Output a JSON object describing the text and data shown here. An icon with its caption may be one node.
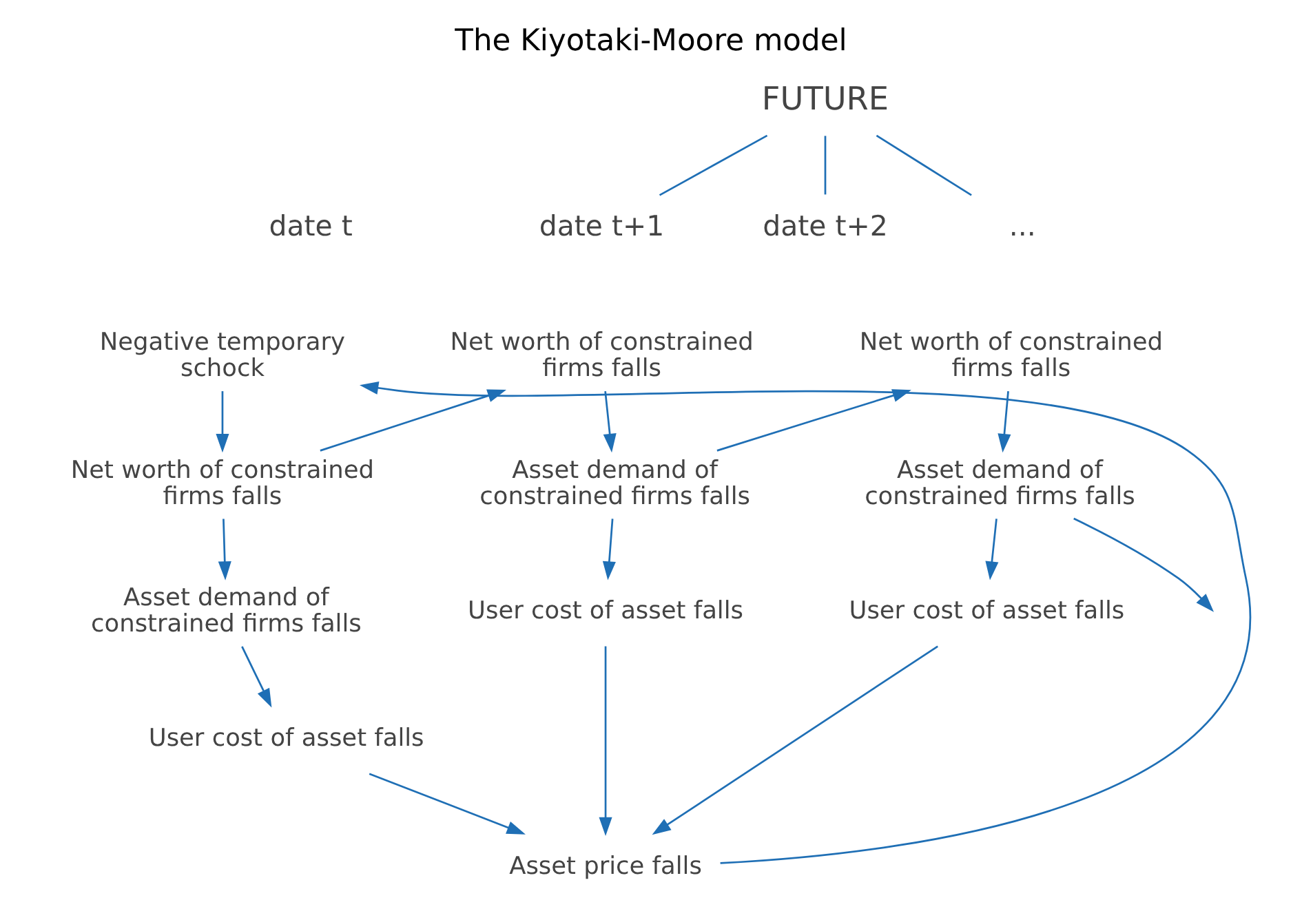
{
  "diagram": {
    "title": "The Kiyotaki-Moore model",
    "nodes": [
      {
        "text": [
          "Negative temporary schock"
        ]
      },
      {
        "text": [
          "Net worth of constrained firms falls"
        ]
      },
      {
        "text": [
          "Asset demand of constrained firms falls"
        ]
      },
      {
        "text": [
          "User cost of asset falls"
        ]
      },
      {
        "text": [
          "Asset price falls"
        ]
      },
      {
        "text": [
          "Net worth of constrained firms falls"
        ]
      },
      {
        "text": [
          "Asset demand of constrained firms falls"
        ]
      },
      {
        "text": [
          "User cost of asset falls"
        ]
      },
      {
        "text": [
          "Net worth of constrained firms falls"
        ]
      },
      {
        "text": [
          "Asset demand of constrained firms falls"
        ]
      },
      {
        "text": [
          "User cost of asset falls"
        ]
      }
    ],
    "edges": [
      {
        "from": 0,
        "to": 1,
        "arrow": "to"
      },
      {
        "from": 1,
        "to": 2,
        "arrow": "to"
      },
      {
        "from": 2,
        "to": 3,
        "arrow": "to"
      },
      {
        "from": 3,
        "to": 4,
        "arrow": "to"
      },
      {
        "from": 4,
        "to": 0,
        "arrow": "to"
      },
      {
        "from": 1,
        "to": 5,
        "arrow": "to"
      },
      {
        "from": 5,
        "to": 6,
        "arrow": "to"
      },
      {
        "from": 6,
        "to": 7,
        "arrow": "to"
      },
      {
        "from": 6,
        "to": 8,
        "arrow": "to"
      },
      {
        "from": 8,
        "to": 9,
        "arrow": "to"
      },
      {
        "from": 9,
        "to": 10,
        "arrow": "to"
      },
      {
        "from": 7,
        "to": 4,
        "arrow": "to"
      },
      {
        "from": 10,
        "to": 4,
        "arrow": "to"
      },
      {
        "from": 9,
        "to": null,
        "arrow": "to"
      }
    ],
    "labels": [
      "FUTURE",
      "date t",
      "date t+1",
      "date t+2",
      "..."
    ]
  }
}
